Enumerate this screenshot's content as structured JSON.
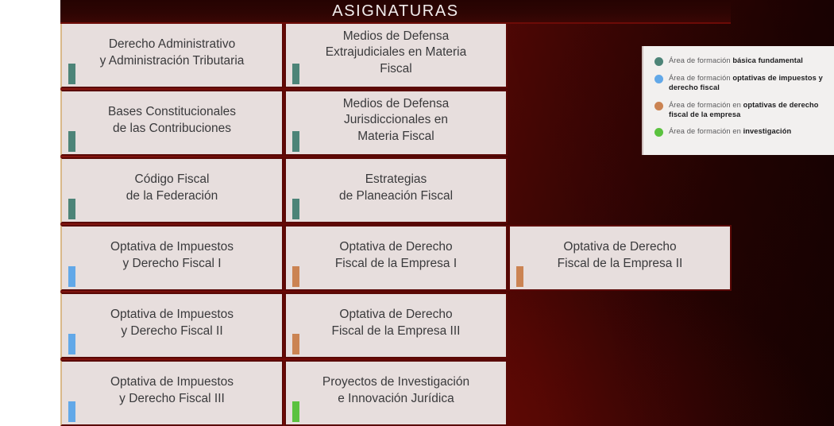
{
  "header": {
    "title": "ASIGNATURAS"
  },
  "colors": {
    "basica": "#4d8478",
    "optativas_impuestos": "#62a8e8",
    "optativas_empresa": "#cb8352",
    "investigacion": "#5bc23f",
    "card_bg": "#e7dedd",
    "card_border": "#5a0805",
    "backdrop_red": "#7a0c06",
    "title_bar": "#2d0503",
    "legend_bg": "#f2f0ef"
  },
  "columns": [
    {
      "name": "column-1",
      "cards": [
        {
          "label": "Derecho Administrativo\ny Administración Tributaria",
          "marker": "basica"
        },
        {
          "label": "Bases Constitucionales\nde las Contribuciones",
          "marker": "basica"
        },
        {
          "label": "Código Fiscal\nde la Federación",
          "marker": "basica"
        },
        {
          "label": "Optativa de Impuestos\ny Derecho Fiscal I",
          "marker": "optativas_impuestos"
        },
        {
          "label": "Optativa de Impuestos\ny Derecho Fiscal II",
          "marker": "optativas_impuestos"
        },
        {
          "label": "Optativa de Impuestos\ny Derecho Fiscal III",
          "marker": "optativas_impuestos"
        }
      ]
    },
    {
      "name": "column-2",
      "cards": [
        {
          "label": "Medios de Defensa\nExtrajudiciales en Materia\nFiscal",
          "marker": "basica"
        },
        {
          "label": "Medios de Defensa\nJurisdiccionales en\nMateria Fiscal",
          "marker": "basica"
        },
        {
          "label": "Estrategias\nde Planeación Fiscal",
          "marker": "basica"
        },
        {
          "label": "Optativa de Derecho\nFiscal de la Empresa I",
          "marker": "optativas_empresa"
        },
        {
          "label": "Optativa de Derecho\nFiscal de la Empresa III",
          "marker": "optativas_empresa"
        },
        {
          "label": "Proyectos de Investigación\ne Innovación Jurídica",
          "marker": "investigacion"
        }
      ]
    },
    {
      "name": "column-3",
      "cards": [
        {
          "label": "Optativa de Derecho\nFiscal de la Empresa II",
          "marker": "optativas_empresa"
        }
      ]
    }
  ],
  "legend": {
    "items": [
      {
        "color": "basica",
        "prefix": "Área de formación ",
        "strong": "básica fundamental"
      },
      {
        "color": "optativas_impuestos",
        "prefix": "Área de formación  ",
        "strong": "optativas de impuestos y derecho fiscal"
      },
      {
        "color": "optativas_empresa",
        "prefix": "Área de formación en ",
        "strong": "optativas de derecho fiscal de la empresa"
      },
      {
        "color": "investigacion",
        "prefix": "Área de formación en ",
        "strong": "investigación"
      }
    ]
  }
}
